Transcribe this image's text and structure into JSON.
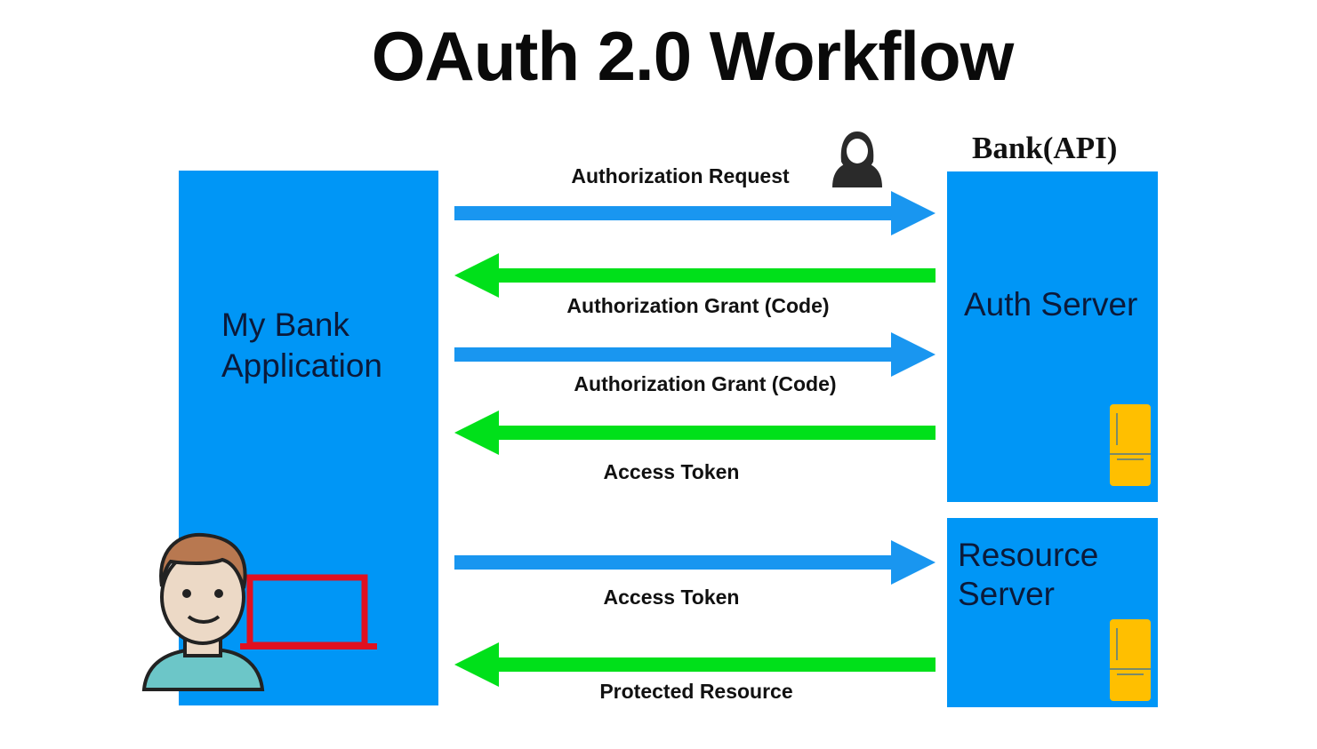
{
  "title": "OAuth 2.0 Workflow",
  "client": {
    "label_line1": "My Bank",
    "label_line2": "Application",
    "icons": [
      "user-avatar-icon",
      "laptop-icon"
    ]
  },
  "api": {
    "heading": "Bank(API)",
    "auth_server": {
      "label": "Auth Server",
      "icon": "server-rack-icon"
    },
    "resource_server": {
      "label_line1": "Resource",
      "label_line2": "Server",
      "icon": "server-rack-icon"
    }
  },
  "resource_owner_icon": "woman-user-icon",
  "flows": [
    {
      "label": "Authorization Request",
      "direction": "to-server",
      "color": "#1996f0"
    },
    {
      "label": "Authorization Grant (Code)",
      "direction": "to-client",
      "color": "#00e01a"
    },
    {
      "label": "Authorization Grant (Code)",
      "direction": "to-server",
      "color": "#1996f0"
    },
    {
      "label": "Access Token",
      "direction": "to-client",
      "color": "#00e01a"
    },
    {
      "label": "Access Token",
      "direction": "to-server",
      "color": "#1996f0"
    },
    {
      "label": "Protected Resource",
      "direction": "to-client",
      "color": "#00e01a"
    }
  ],
  "colors": {
    "box": "#0096f6",
    "request_arrow": "#1996f0",
    "response_arrow": "#00e01a",
    "server_icon": "#ffbf00",
    "laptop": "#e01020"
  }
}
